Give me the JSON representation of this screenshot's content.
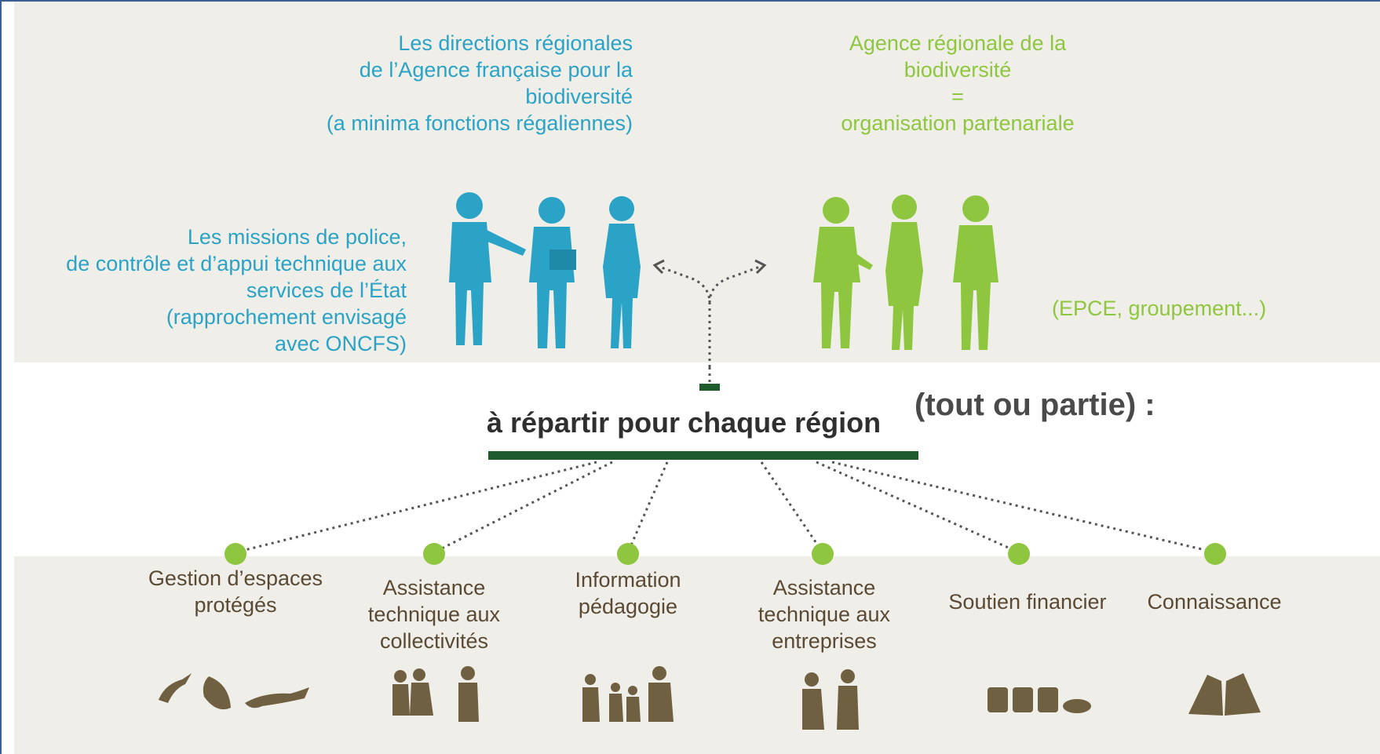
{
  "afb": {
    "heading": "Les directions régionales\nde l’Agence française pour la\nbiodiversité\n(a minima fonctions régaliennes)",
    "missions": "Les missions de police,\nde contrôle et d’appui technique aux\nservices de l’État\n(rapprochement envisagé\navec ONCFS)"
  },
  "arb": {
    "heading": "Agence régionale de la\nbiodiversité\n=\norganisation partenariale",
    "form": "(EPCE, groupement...)"
  },
  "center": {
    "label": "à répartir pour chaque région",
    "qualifier": "(tout ou partie) :"
  },
  "missions": [
    {
      "label": "Gestion d’espaces\nprotégés",
      "icon": "wildlife-icon"
    },
    {
      "label": "Assistance\ntechnique aux\ncollectivités",
      "icon": "group-people-icon"
    },
    {
      "label": "Information\npédagogie",
      "icon": "family-icon"
    },
    {
      "label": "Assistance\ntechnique aux\nentreprises",
      "icon": "business-people-icon"
    },
    {
      "label": "Soutien financier",
      "icon": "coins-icon"
    },
    {
      "label": "Connaissance",
      "icon": "book-icon"
    }
  ],
  "colors": {
    "afb_blue": "#2aa3c6",
    "arb_green": "#8ec63f",
    "bar_dark_green": "#1e5c2e",
    "node_green": "#8ec63f",
    "icon_brown": "#6e6040",
    "band_beige": "#f0eee8"
  }
}
